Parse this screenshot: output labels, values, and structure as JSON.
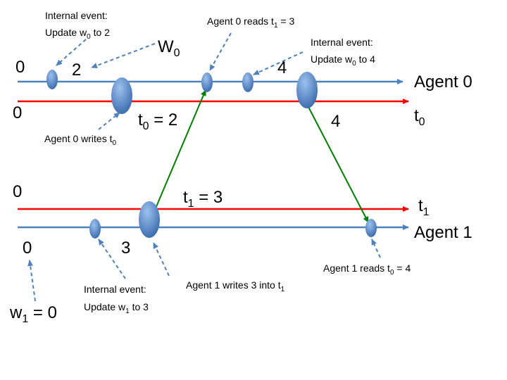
{
  "labels": {
    "w0_zero": "0",
    "w0_two": "2",
    "w0_four": "4",
    "w0_title": "W",
    "w0_title_sub": "0",
    "agent0": "Agent 0",
    "t0_zero": "0",
    "t0_eq_prefix": "t",
    "t0_eq_sub": "0",
    "t0_eq_suffix": " = 2",
    "t0_four": "4",
    "t0_title": "t",
    "t0_title_sub": "0",
    "t1_zero": "0",
    "t1_eq_prefix": "t",
    "t1_eq_sub": "1",
    "t1_eq_suffix": " = 3",
    "t1_title": "t",
    "t1_title_sub": "1",
    "agent1": "Agent 1",
    "w1_zero": "0",
    "w1_three": "3",
    "w1_eq_prefix": "w",
    "w1_eq_sub": "1",
    "w1_eq_suffix": " = 0"
  },
  "annotations": {
    "internal_event_1_line1": "Internal event:",
    "internal_event_1_line2_prefix": "Update w",
    "internal_event_1_line2_sub": "0",
    "internal_event_1_line2_suffix": " to 2",
    "agent0_reads_prefix": "Agent 0 reads t",
    "agent0_reads_sub": "1",
    "agent0_reads_suffix": " = 3",
    "internal_event_2_line1": "Internal event:",
    "internal_event_2_line2_prefix": "Update w",
    "internal_event_2_line2_sub": "0",
    "internal_event_2_line2_suffix": " to 4",
    "agent0_writes_prefix": "Agent 0 writes t",
    "agent0_writes_sub": "0",
    "agent1_reads_prefix": "Agent 1 reads t",
    "agent1_reads_sub": "0",
    "agent1_reads_suffix": " = 4",
    "agent1_writes_prefix": "Agent 1 writes 3 into  t",
    "agent1_writes_sub": "1",
    "internal_event_3_line1": "Internal event:",
    "internal_event_3_line2_prefix": "Update w",
    "internal_event_3_line2_sub": "1",
    "internal_event_3_line2_suffix": " to 3"
  },
  "colors": {
    "agent_line": "#4f81bd",
    "register_line": "#ff0000",
    "message_arrow": "#008000",
    "event_fill": "#4f81bd",
    "dashed_arrow": "#4f81bd",
    "text": "#000000"
  }
}
